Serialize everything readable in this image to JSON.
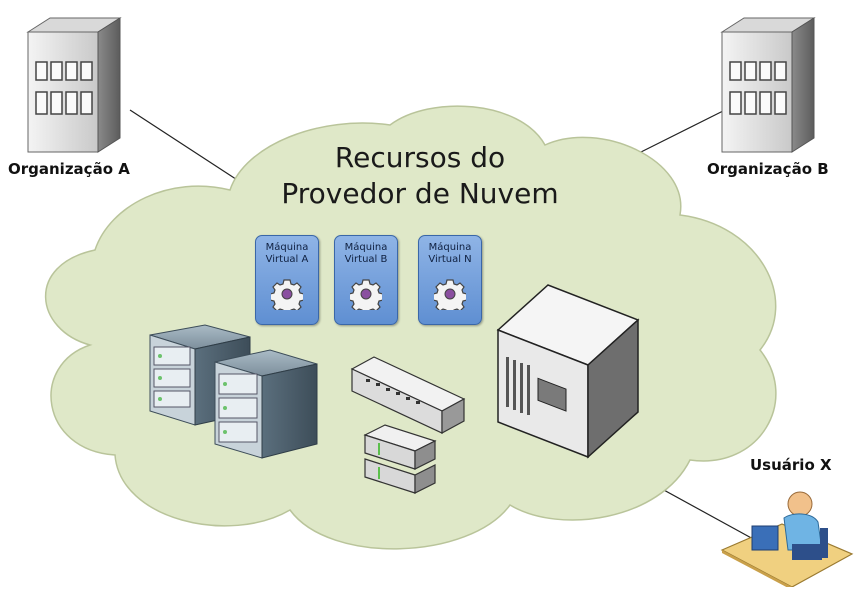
{
  "diagram": {
    "cloud_title_line1": "Recursos do",
    "cloud_title_line2": "Provedor de Nuvem",
    "nodes": {
      "org_a": "Organização A",
      "org_b": "Organização B",
      "user_x": "Usuário X"
    },
    "virtual_machines": [
      {
        "line1": "Máquina",
        "line2": "Virtual A"
      },
      {
        "line1": "Máquina",
        "line2": "Virtual B"
      },
      {
        "line1": "Máquina",
        "line2": "Virtual N"
      }
    ],
    "colors": {
      "cloud_fill": "#dfe8c8",
      "cloud_stroke": "#b9c49a",
      "vm_fill": "#7aa3df",
      "vm_stroke": "#3a67a8",
      "connector": "#222222"
    },
    "icons": [
      "building-icon",
      "building-icon",
      "server-rack-icon",
      "network-switch-icon",
      "small-server-icon",
      "mainframe-icon",
      "user-workstation-icon",
      "gear-icon"
    ]
  }
}
